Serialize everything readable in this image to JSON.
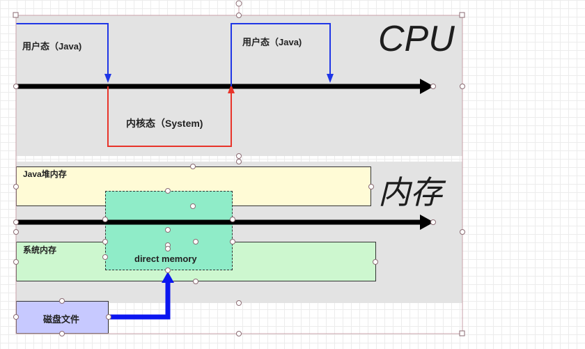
{
  "cpu_section": {
    "title": "CPU",
    "user_mode_left": "用户态（Java)",
    "user_mode_right": "用户态（Java)",
    "kernel_mode": "内核态（System)"
  },
  "memory_section": {
    "title": "内存",
    "java_heap": "Java堆内存",
    "system_memory": "系统内存",
    "direct_memory": "direct memory",
    "disk_file": "磁盘文件"
  },
  "colors": {
    "user_line": "#1f36e6",
    "kernel_line": "#e8342a",
    "axis": "#000000",
    "panel": "#e3e3e3",
    "java_heap_fill": "#fffbd6",
    "system_mem_fill": "#cdf7cf",
    "direct_mem_fill": "#8fecc8",
    "disk_fill": "#c7c9ff",
    "data_arrow": "#0b16f0"
  }
}
